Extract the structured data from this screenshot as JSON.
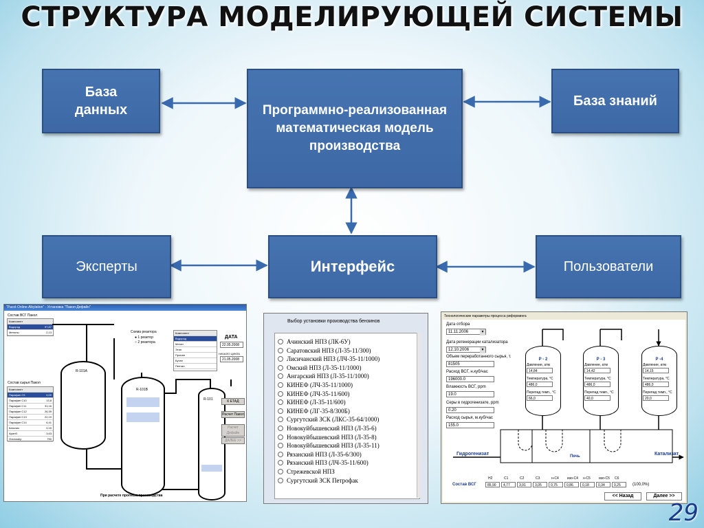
{
  "title": "СТРУКТУРА МОДЕЛИРУЮЩЕЙ СИСТЕМЫ",
  "boxes": {
    "database": "База данных",
    "model": "Программно-реализованная математическая модель производства",
    "knowledge": "База знаний",
    "experts": "Эксперты",
    "interface": "Интерфейс",
    "users": "Пользователи"
  },
  "screen1": {
    "title": "\"Pacol-Online-Alkylation\" - Установка \"Пакол-Дефайн\"",
    "sostav_vsg": "Состав ВСГ Пакол",
    "table1": [
      "Водород",
      "Метаны"
    ],
    "table1_vals": [
      "97,87",
      "2,13"
    ],
    "regime": "Схема реактора",
    "regime_opts": [
      "1 реактор",
      "2 реактора"
    ],
    "sostav_syr": "Состав сырья Пакол",
    "table2": [
      "Парафин С9",
      "Парафин С10",
      "Парафин С11",
      "Парафин С12",
      "Парафин С13",
      "Парафин С14",
      "Катализ",
      "Арилб.",
      "Олигомер"
    ],
    "table2_vals": [
      "0,09",
      "13,8",
      "31,16",
      "26,39",
      "22,19",
      "6,41",
      "0,15",
      "3,63",
      "750"
    ],
    "date_label": "ДАТА",
    "date_value": "22.05.2008",
    "start_label": "НАЧАЛО ЦИКЛА",
    "start_value": "21.05.2008",
    "r1": "R-101A",
    "r2": "R-101B",
    "r3": "R-101",
    "btn_calc": "К ЕТАД",
    "btn_pakol": "Расчет Пакол",
    "btn_define": "Расчет Дефайн",
    "btn_next": "ДАЛЕЕ >>",
    "bottom": "При расчете прогноза производства"
  },
  "screen2": {
    "header": "Выбор установки производства бензинов",
    "items": [
      "Ачинский НПЗ (ЛК-6У)",
      "Саратовский НПЗ (Л-35-11/300)",
      "Лисичанский НПЗ (ЛЧ-35-11/1000)",
      "Омский НПЗ (Л-35-11/1000)",
      "Ангарский НПЗ (Л-35-11/1000)",
      "КИНЕФ (ЛЧ-35-11/1000)",
      "КИНЕФ (ЛЧ-35-11/600)",
      "КИНЕФ (Л-35-11/600)",
      "КИНЕФ (ЛГ-35-8/300Б)",
      "Сургутский ЗСК (ЛКС-35-64/1000)",
      "Новокуйбышевский НПЗ (Л-35-6)",
      "Новокуйбышевский НПЗ (Л-35-8)",
      "Новокуйбышевский НПЗ (Л-35-11)",
      "Рязанский НПЗ (Л-35-6/300)",
      "Рязанский НПЗ (ЛЧ-35-11/600)",
      "Стрежевской НПЗ",
      "Сургутский ЗСК Петрофак"
    ]
  },
  "screen3": {
    "header": "Технологические параметры процесса риформинга",
    "date_label": "Дата отбора",
    "date_value": "11.11.2006",
    "regen_label": "Дата регенерации катализатора",
    "regen_value": "12.10.2006",
    "volume_label": "Объем переработанного сырья, т.",
    "volume_value": "81505",
    "vsg_label": "Расход ВСГ, н.куб/час",
    "vsg_value": "196000.0",
    "humid_label": "Влажность ВСГ, ppm",
    "humid_value": "19.0",
    "sulfur_label": "Серы в гидрогенизате, ppm",
    "sulfur_value": "0.20",
    "feed_label": "Расход сырья, м.куб/час",
    "feed_value": "155.0",
    "reactors": [
      {
        "name": "Р - 2",
        "pressure": "14,84",
        "temp": "486,0",
        "drop": "66,0"
      },
      {
        "name": "Р - 3",
        "pressure": "14,42",
        "temp": "486,0",
        "drop": "40,0"
      },
      {
        "name": "Р -4",
        "pressure": "14,15",
        "temp": "486,0",
        "drop": "20,0"
      }
    ],
    "pressure_label": "Давление, атм",
    "temp_label": "Температура, °С",
    "drop_label": "Перепад темп., °С",
    "furnace": "Печь",
    "hydro": "Гидрогенизат",
    "catalyzate": "Катализат",
    "comp_label": "Состав ВСГ",
    "comp_headers": [
      "H2",
      "C1",
      "C2",
      "C3",
      "н-C4",
      "изо-C4",
      "н-C5",
      "изо-C5",
      "C6"
    ],
    "comp_values": [
      "85,90",
      "4,77",
      "3,91",
      "3,05",
      "0,75",
      "0,86",
      "0,18",
      "0,34",
      "0,25"
    ],
    "comp_total": "(100,0%)",
    "back": "<< Назад",
    "next": "Далее >>"
  },
  "page_number": "29"
}
